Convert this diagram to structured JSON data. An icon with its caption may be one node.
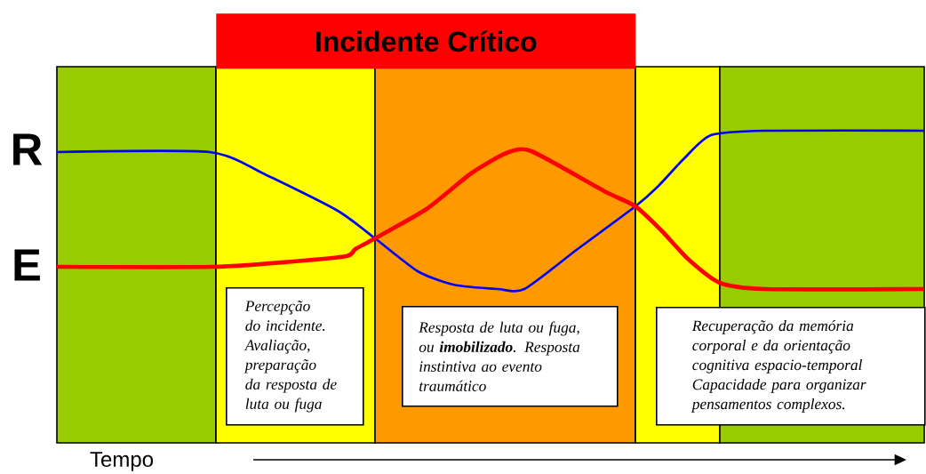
{
  "diagram": {
    "title": "Incidente Crítico",
    "nodes": [
      {
        "text": [
          "Percepção do incidente. Avaliação, preparação da resposta de luta ou fuga"
        ]
      },
      {
        "text": [
          "Resposta de luta ou fuga, ou **imobilizado**. Resposta instintiva ao evento traumático"
        ]
      },
      {
        "text": [
          "Recuperação da memória corporal e da orientação cognitiva espacio-temporal",
          "Capacidade para organizar pensamentos complexos."
        ]
      }
    ],
    "labels": [
      "R",
      "E",
      "Tempo"
    ]
  }
}
